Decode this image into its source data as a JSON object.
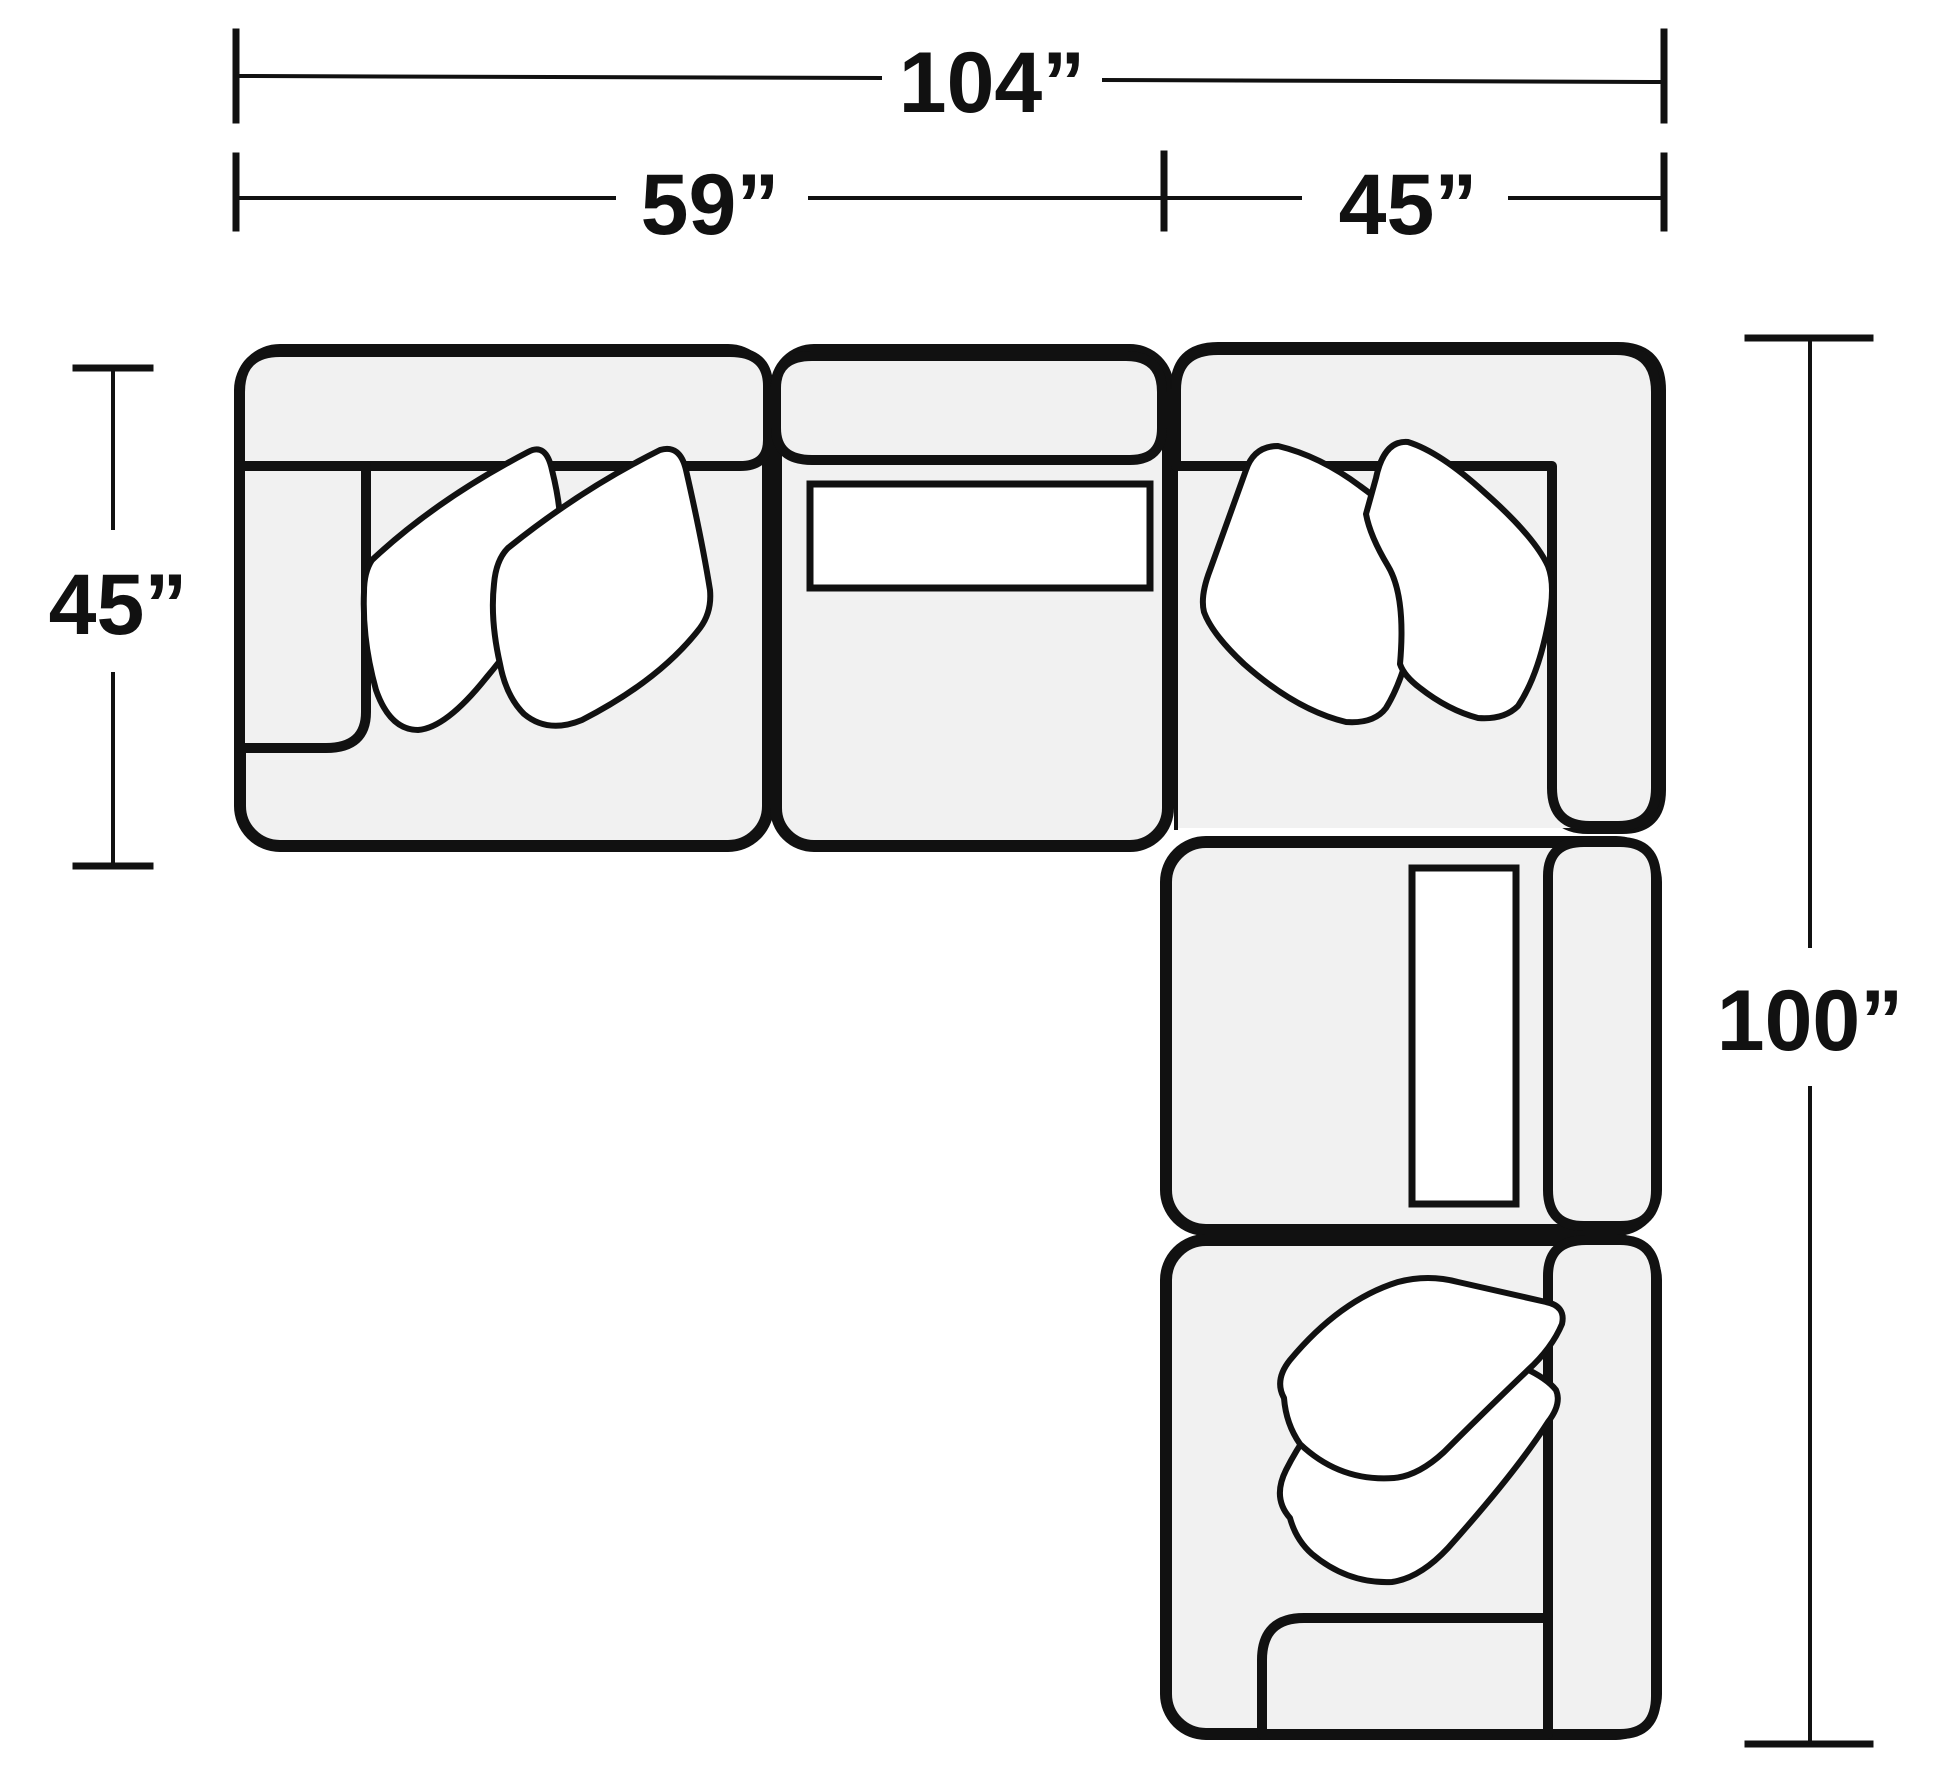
{
  "dimensions": {
    "overall_width": "104”",
    "segment_left": "59”",
    "segment_right": "45”",
    "depth_left": "45”",
    "overall_depth": "100”"
  },
  "colors": {
    "line": "#111111",
    "sofa_fill": "#f1f1f1",
    "pillow_fill": "#ffffff"
  },
  "components": [
    "left-arm-sofa",
    "armless-seat",
    "corner-wedge",
    "armless-seat-return",
    "right-arm-sofa"
  ]
}
